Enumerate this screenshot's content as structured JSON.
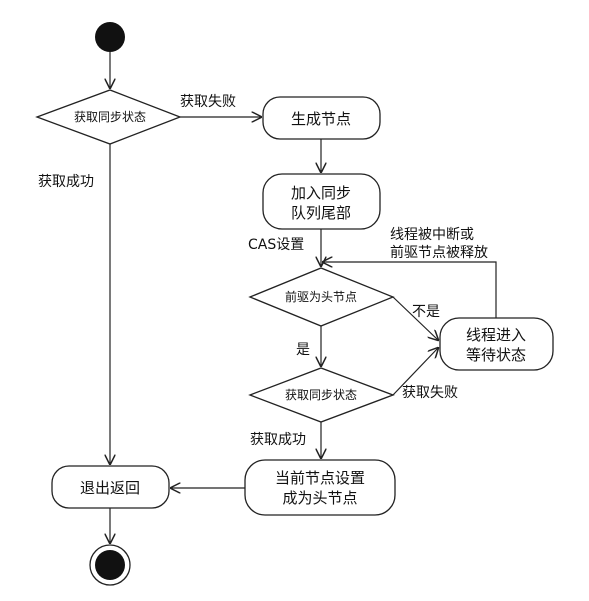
{
  "nodes": {
    "cond_sync_state_1": "获取同步状态",
    "create_node": "生成节点",
    "enqueue_tail_line1": "加入同步",
    "enqueue_tail_line2": "队列尾部",
    "cond_prev_is_head": "前驱为头节点",
    "cond_sync_state_2": "获取同步状态",
    "wait_state_line1": "线程进入",
    "wait_state_line2": "等待状态",
    "set_head_line1": "当前节点设置",
    "set_head_line2": "成为头节点",
    "exit_return": "退出返回"
  },
  "edges": {
    "acquire_fail_1": "获取失败",
    "acquire_success_1": "获取成功",
    "cas_set": "CAS设置",
    "interrupt_line1": "线程被中断或",
    "interrupt_line2": "前驱节点被释放",
    "not_yes": "不是",
    "yes": "是",
    "acquire_fail_2": "获取失败",
    "acquire_success_2": "获取成功"
  }
}
